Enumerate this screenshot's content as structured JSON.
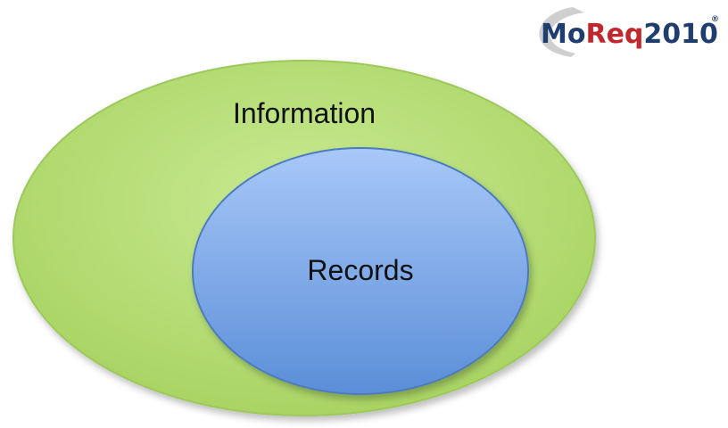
{
  "logo": {
    "brand_prefix": "Mo",
    "brand_highlight": "Req",
    "brand_suffix": "2010",
    "registered_mark": "®",
    "colors": {
      "dark": "#1f3d6e",
      "highlight": "#c0282e",
      "swoosh": "#c8c8c8"
    }
  },
  "diagram": {
    "outer_label": "Information",
    "inner_label": "Records",
    "colors": {
      "outer_fill": "#b6df73",
      "outer_stroke": "#9cc85c",
      "inner_fill": "#7fa6e6",
      "inner_stroke": "#4c7bbf"
    }
  }
}
